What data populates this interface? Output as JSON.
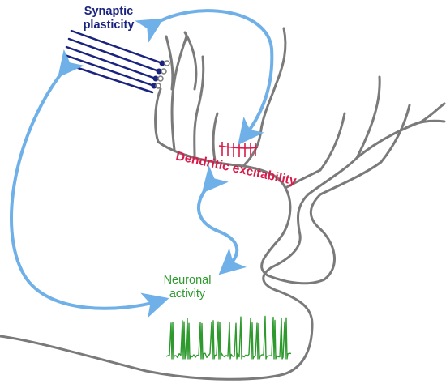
{
  "labels": {
    "synaptic_line1": "Synaptic",
    "synaptic_line2": "plasticity",
    "dendritic": "Dendritic excitability",
    "neuronal_line1": "Neuronal",
    "neuronal_line2": "activity"
  },
  "colors": {
    "synaptic": "#1a237e",
    "dendritic": "#d81b4a",
    "neuronal": "#2e9a2e",
    "arrow": "#6fb0e8",
    "neuron_outline": "#7a7a7a"
  }
}
